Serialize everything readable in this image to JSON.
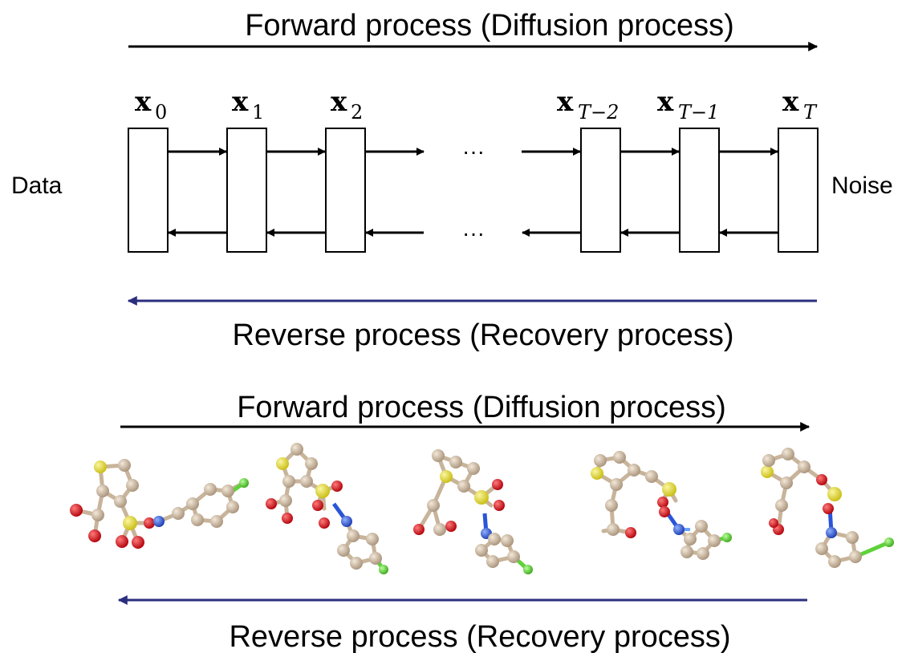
{
  "top": {
    "forward_label": "Forward process (Diffusion process)",
    "reverse_label": "Reverse process (Recovery process)",
    "left_label": "Data",
    "right_label": "Noise",
    "ellipsis": "···",
    "states": [
      {
        "base": "x",
        "sub": "0"
      },
      {
        "base": "x",
        "sub": "1"
      },
      {
        "base": "x",
        "sub": "2"
      },
      {
        "base": "x",
        "sub": "T−2"
      },
      {
        "base": "x",
        "sub": "T−1"
      },
      {
        "base": "x",
        "sub": "T"
      }
    ]
  },
  "bottom": {
    "forward_label": "Forward process (Diffusion process)",
    "reverse_label": "Reverse process (Recovery process)",
    "molecule_count": 5
  },
  "colors": {
    "forward_arrow": "#000000",
    "reverse_arrow": "#2b2e7e",
    "bond": "#c8b49a",
    "atom_carbon": "#cdb99f",
    "atom_sulfur": "#e6dc2a",
    "atom_oxygen": "#d8131b",
    "atom_nitrogen": "#2a55d8",
    "atom_chlorine": "#5fd23a"
  }
}
